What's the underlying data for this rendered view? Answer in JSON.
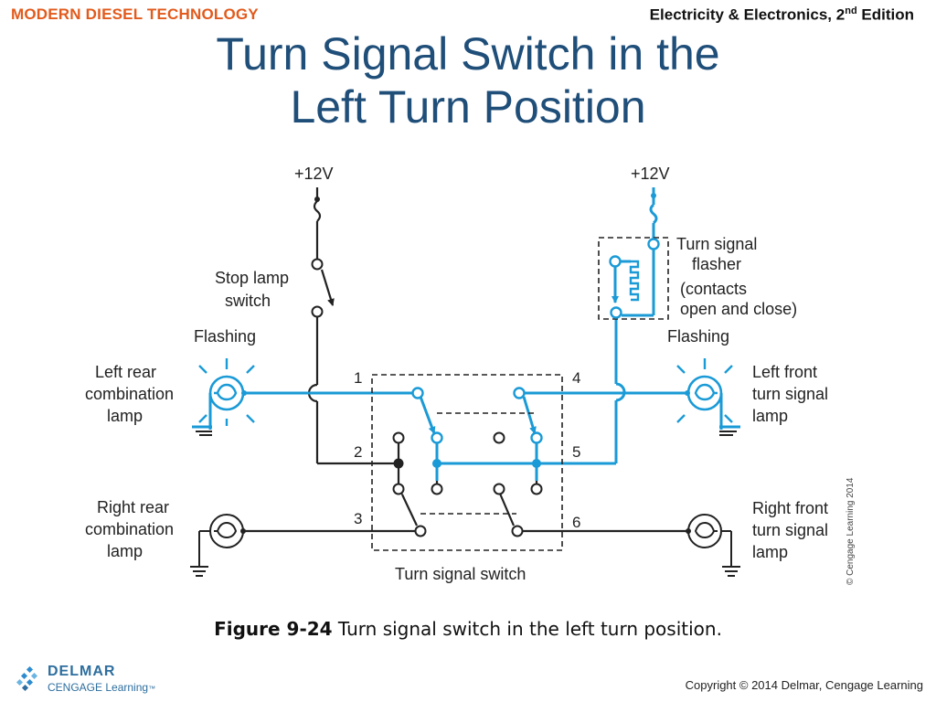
{
  "header": {
    "left": "MODERN DIESEL TECHNOLOGY",
    "right_main": "Electricity & Electronics, 2",
    "right_sup": "nd",
    "right_tail": " Edition"
  },
  "title": {
    "line1": "Turn Signal Switch in the",
    "line2": "Left Turn Position"
  },
  "diagram": {
    "left_supply": "+12V",
    "right_supply": "+12V",
    "stop_lamp_switch": [
      "Stop lamp",
      "switch"
    ],
    "flasher": [
      "Turn signal",
      "flasher",
      "(contacts",
      "open and close)"
    ],
    "flashing_left": "Flashing",
    "flashing_right": "Flashing",
    "left_rear_lamp": [
      "Left rear",
      "combination",
      "lamp"
    ],
    "left_front_lamp": [
      "Left front",
      "turn signal",
      "lamp"
    ],
    "right_rear_lamp": [
      "Right rear",
      "combination",
      "lamp"
    ],
    "right_front_lamp": [
      "Right front",
      "turn signal",
      "lamp"
    ],
    "terminals": [
      "1",
      "2",
      "3",
      "4",
      "5",
      "6"
    ],
    "switch_label": "Turn signal switch",
    "image_credit": "© Cengage Learning 2014",
    "colors": {
      "active": "#1a9ad6",
      "wire": "#222222"
    }
  },
  "caption": {
    "bold": "Figure 9-24",
    "text": " Turn signal switch in the left turn position."
  },
  "footer": {
    "logo_line1": "DELMAR",
    "logo_line2": "CENGAGE Learning",
    "logo_tm": "™",
    "copyright": "Copyright © 2014 Delmar, Cengage Learning"
  }
}
